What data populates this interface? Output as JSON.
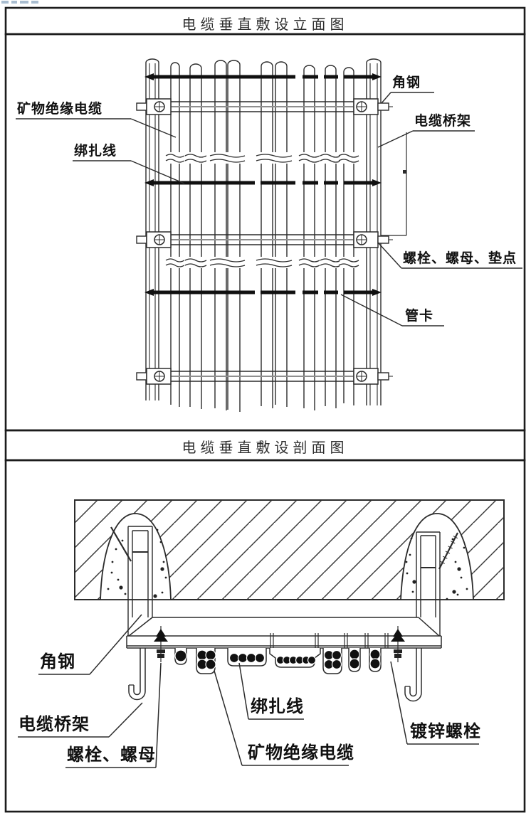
{
  "panels": {
    "elevation": {
      "title": "电缆垂直敷设立面图",
      "labels": {
        "angle_steel": "角钢",
        "cable_tray": "电缆桥架",
        "bolt_nut_washer": "螺栓、螺母、垫点",
        "pipe_clamp": "管卡",
        "mi_cable": "矿物绝缘电缆",
        "binding_wire": "绑扎线"
      }
    },
    "section": {
      "title": "电缆垂直敷设剖面图",
      "labels": {
        "angle_steel": "角钢",
        "cable_tray": "电缆桥架",
        "bolt_nut": "螺栓、螺母",
        "binding_wire": "绑扎线",
        "mi_cable": "矿物绝缘电缆",
        "galvanized_bolt": "镀锌螺栓"
      }
    }
  },
  "colors": {
    "line": "#2b2b2b",
    "thick": "#101010",
    "gray": "#8f8f8f",
    "text": "#111111",
    "watermark": "#a9bdd0"
  }
}
